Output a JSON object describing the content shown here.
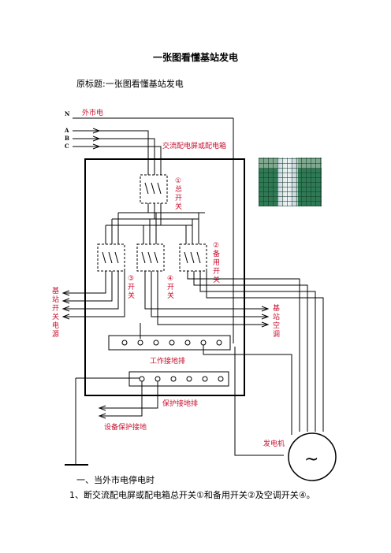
{
  "document": {
    "title": "一张图看懂基站发电",
    "subtitle": "原标题:一张图看懂基站发电",
    "heading1": "一、当外市电停电时",
    "paragraph1": "1、断交流配电屏或配电箱总开关①和备用开关②及空调开关④。"
  },
  "diagram": {
    "line_labels": {
      "n": "N",
      "a": "A",
      "b": "B",
      "c": "C"
    },
    "mains": "外市电",
    "cabinet": "交流配电屏或配电箱",
    "main_switch": [
      "①",
      "总",
      "开",
      "关"
    ],
    "backup_switch": [
      "②",
      "备",
      "用",
      "开",
      "关"
    ],
    "switch3": [
      "③",
      "开",
      "关"
    ],
    "switch4": [
      "④",
      "开",
      "关"
    ],
    "base_station_switch_power": [
      "基",
      "站",
      "开",
      "关",
      "电",
      "源"
    ],
    "base_station_ac": [
      "基",
      "站",
      "空",
      "调"
    ],
    "work_ground_bar": "工作接地排",
    "protect_ground_bar": "保护接地排",
    "equipment_ground": "设备保护接地",
    "generator": "发电机",
    "generator_symbol": "~",
    "colors": {
      "label_red": "#c8102e",
      "line": "#000000"
    }
  }
}
